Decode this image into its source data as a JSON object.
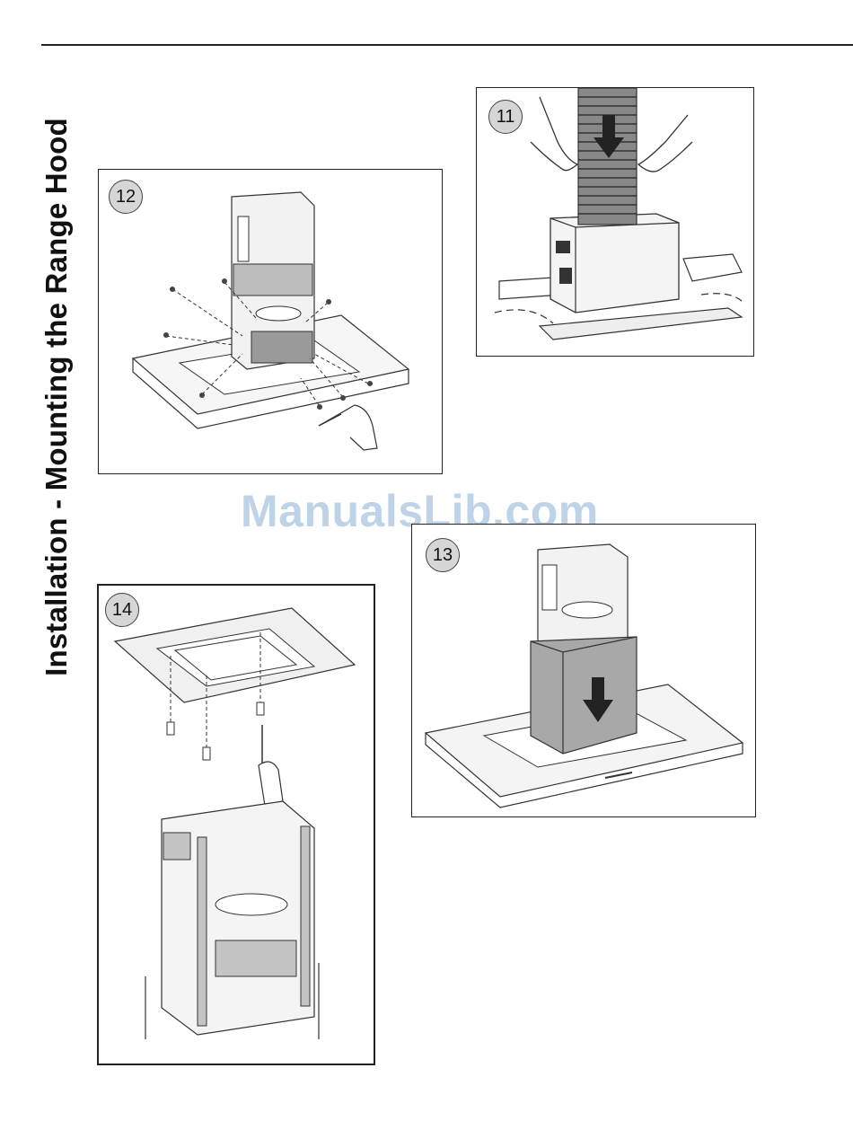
{
  "page": {
    "section_title": "Installation - Mounting the Range Hood"
  },
  "figures": [
    {
      "step": "11"
    },
    {
      "step": "12"
    },
    {
      "step": "13"
    },
    {
      "step": "14"
    }
  ],
  "watermark": "ManualsLib.com"
}
